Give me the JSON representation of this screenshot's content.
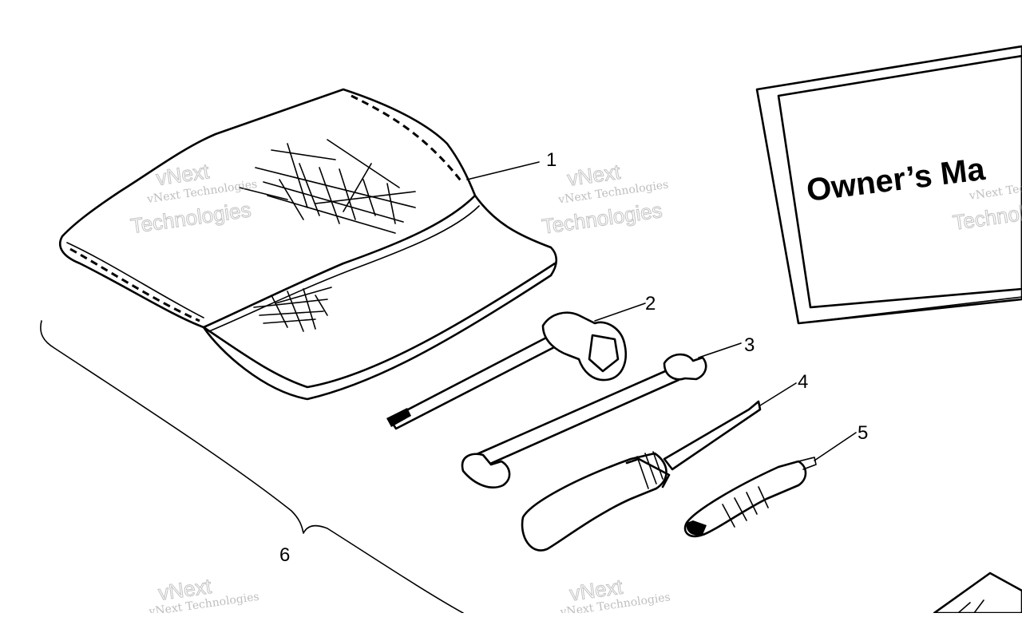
{
  "diagram": {
    "callouts": {
      "tool_bag": "1",
      "plug_wrench": "2",
      "open_end_wrench": "3",
      "screwdriver": "4",
      "screwdriver_bit": "5",
      "tool_kit_set": "6"
    },
    "manual_cover_text": "Owner’s Ma",
    "watermark": {
      "line1": "vNext Technologies",
      "line2": "vNext",
      "line3": "Technologies"
    }
  }
}
